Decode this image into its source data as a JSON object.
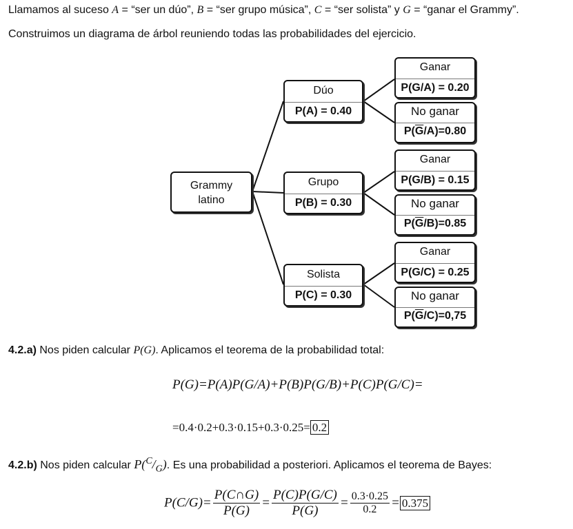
{
  "intro": {
    "line1": {
      "p1": "Llamamos al suceso ",
      "A": "A",
      "eq1": " = “ser un dúo”, ",
      "B": "B",
      "eq2": " = “ser grupo música”, ",
      "C": "C",
      "eq3": " = “ser solista” y ",
      "G": "G",
      "eq4": " = “ganar el Grammy”."
    },
    "line2": "Construimos un diagrama de árbol reuniendo todas las probabilidades del ejercicio."
  },
  "tree": {
    "root": {
      "line1": "Grammy",
      "line2": "latino"
    },
    "duo": {
      "name": "Dúo",
      "prob": "P(A) = 0.40"
    },
    "grupo": {
      "name": "Grupo",
      "prob": "P(B) = 0.30"
    },
    "solista": {
      "name": "Solista",
      "prob": "P(C) = 0.30"
    },
    "a_win": {
      "name": "Ganar",
      "prob": "P(G/A) = 0.20"
    },
    "a_lose": {
      "name": "No ganar",
      "prob_pre": "P(",
      "prob_bar": "G",
      "prob_post": "/A)=0.80"
    },
    "b_win": {
      "name": "Ganar",
      "prob": "P(G/B) = 0.15"
    },
    "b_lose": {
      "name": "No ganar",
      "prob_pre": "P(",
      "prob_bar": "G",
      "prob_post": "/B)=0.85"
    },
    "c_win": {
      "name": "Ganar",
      "prob": "P(G/C) = 0.25"
    },
    "c_lose": {
      "name": "No ganar",
      "prob_pre": "P(",
      "prob_bar": "G",
      "prob_post": "/C)=0,75"
    }
  },
  "part_a": {
    "label": "4.2.a)",
    "text1": " Nos piden calcular ",
    "pg": "P(G)",
    "text2": ". Aplicamos el teorema de la probabilidad total:",
    "formula1": "P(G)=P(A)P(G/A)+P(B)P(G/B)+P(C)P(G/C)=",
    "formula2": "=0.4·0.2+0.3·0.15+0.3·0.25=",
    "result": "0.2"
  },
  "part_b": {
    "label": "4.2.b)",
    "text1": " Nos piden calcular ",
    "expr_p": "P(",
    "expr_c": "C",
    "expr_slash": "/",
    "expr_g": "G",
    "expr_close": ")",
    "text2": ". Es una probabilidad a posteriori. Aplicamos el teorema de Bayes:",
    "lhs": "P(C/G)=",
    "f1_num": "P(C∩G)",
    "f1_den": "P(G)",
    "f2_num": "P(C)P(G/C)",
    "f2_den": "P(G)",
    "f3_num": "0.3·0.25",
    "f3_den": "0.2",
    "eq": "=",
    "result": "0.375"
  }
}
